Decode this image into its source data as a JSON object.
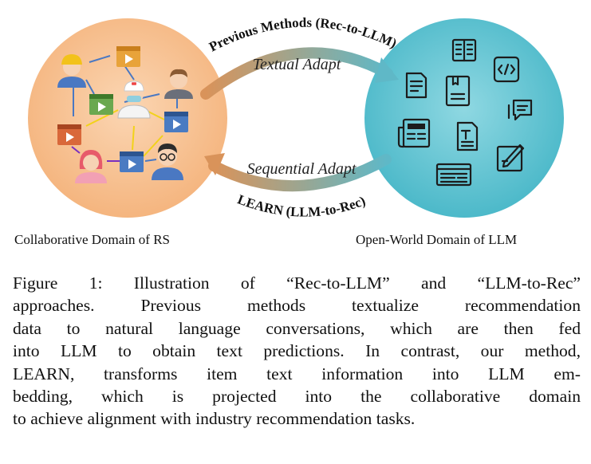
{
  "figure": {
    "top_arc_label": "Previous Methods (Rec-to-LLM)",
    "top_adapt_label": "Textual Adapt",
    "bottom_arc_label": "LEARN (LLM-to-Rec)",
    "bottom_adapt_label": "Sequential Adapt",
    "left_domain_label": "Collaborative Domain of  RS",
    "right_domain_label": "Open-World Domain of LLM",
    "left_circle_color": "#f7c08f",
    "right_circle_color": "#5bc3d1",
    "left_icons": [
      "worker-avatar",
      "video-clip-icon",
      "doctor-avatar",
      "man-avatar",
      "video-clip-icon",
      "video-clip-icon",
      "video-clip-icon",
      "woman-avatar",
      "video-clip-icon",
      "glasses-avatar"
    ],
    "right_icons": [
      "book-icon",
      "document-icon",
      "code-icon",
      "file-icon",
      "chat-icon",
      "newspaper-icon",
      "text-file-icon",
      "edit-icon",
      "web-page-icon"
    ]
  },
  "caption": {
    "lines": [
      "Figure 1: Illustration of “Rec-to-LLM” and “LLM-to-Rec”",
      "approaches. Previous methods textualize recommendation",
      "data to natural language conversations, which are then fed",
      "into LLM to obtain text predictions. In contrast, our method,",
      "LEARN, transforms item text information into LLM em-",
      "bedding, which is projected into the collaborative domain",
      "to achieve alignment with industry recommendation tasks."
    ]
  }
}
